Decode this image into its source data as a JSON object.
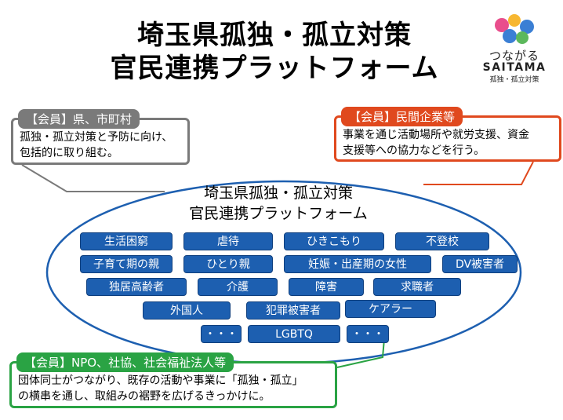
{
  "title": {
    "line1": "埼玉県孤独・孤立対策",
    "line2": "官民連携プラットフォーム"
  },
  "logo": {
    "jp": "つながる",
    "en": "SAITAMA",
    "sub": "孤独・孤立対策",
    "colors": [
      "#e94e8c",
      "#f7b731",
      "#3b7fd4",
      "#5cb85c"
    ]
  },
  "members": {
    "prefecture": {
      "heading": "【会員】県、市町村",
      "body": [
        "孤独・孤立対策と予防に向け、",
        "包括的に取り組む。"
      ]
    },
    "private": {
      "heading": "【会員】民間企業等",
      "body": [
        "事業を通じ活動場所や就労支援、資金",
        "支援等への協力などを行う。"
      ]
    },
    "npo": {
      "heading": "【会員】NPO、社協、社会福祉法人等",
      "body": [
        "団体同士がつながり、既存の活動や事業に「孤独・孤立」",
        "の横串を通し、取組みの裾野を広げるきっかけに。"
      ]
    }
  },
  "platform": {
    "title_line1": "埼玉県孤独・孤立対策",
    "title_line2": "官民連携プラットフォーム",
    "tags": [
      "生活困窮",
      "虐待",
      "ひきこもり",
      "不登校",
      "子育て期の親",
      "ひとり親",
      "妊娠・出産期の女性",
      "DV被害者",
      "独居高齢者",
      "介護",
      "障害",
      "求職者",
      "外国人",
      "犯罪被害者",
      "ケアラー",
      "・・・",
      "LGBTQ",
      "・・・"
    ]
  },
  "colors": {
    "prefecture": "#7a7a7a",
    "private": "#e0491e",
    "npo": "#2aa344",
    "tag": "#1d5fb0",
    "ellipse": "#1d5fb0"
  }
}
